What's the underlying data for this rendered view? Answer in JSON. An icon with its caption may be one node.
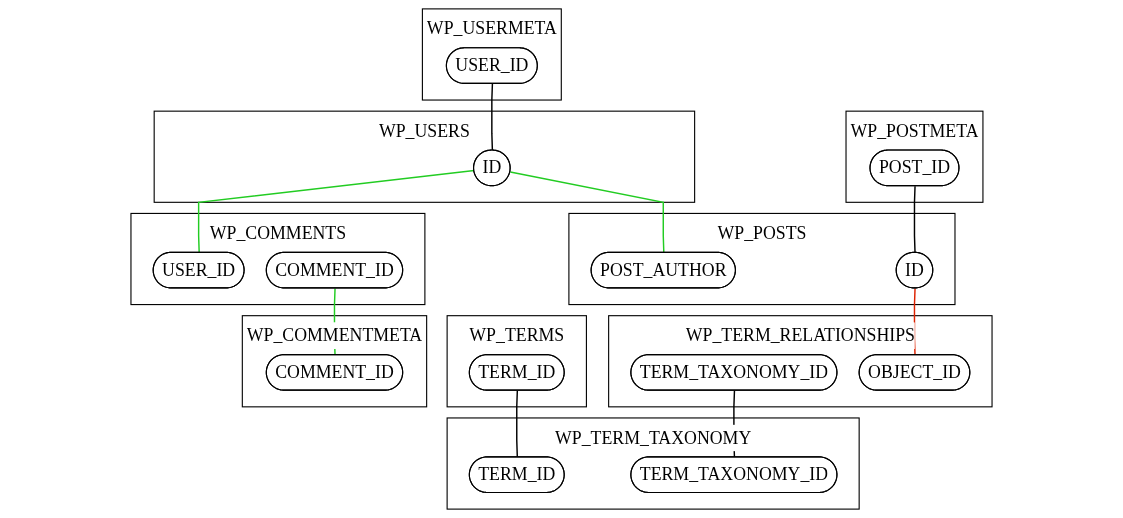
{
  "diagram": {
    "nodes": [
      {
        "text": [
          "WP_USERMETA"
        ]
      },
      {
        "text": [
          "USER_ID"
        ],
        "in": 0
      },
      {
        "text": [
          "WP_POSTMETA"
        ]
      },
      {
        "text": [
          "POST_ID"
        ],
        "in": 2
      },
      {
        "text": [
          "WP_USERS"
        ]
      },
      {
        "text": [
          "ID"
        ],
        "in": 4
      },
      {
        "text": [
          "WP_POSTS"
        ]
      },
      {
        "text": [
          "ID"
        ],
        "in": 6
      },
      {
        "text": [
          "POST_AUTHOR"
        ],
        "in": 6
      },
      {
        "text": [
          "WP_COMMENTS"
        ]
      },
      {
        "text": [
          "USER_ID"
        ],
        "in": 9
      },
      {
        "text": [
          "COMMENT_ID"
        ],
        "in": 9
      },
      {
        "text": [
          "WP_TERMS"
        ]
      },
      {
        "text": [
          "TERM_ID"
        ],
        "in": 12
      },
      {
        "text": [
          "WP_TERM_RELATIONSHIPS"
        ]
      },
      {
        "text": [
          "TERM_TAXONOMY_ID"
        ],
        "in": 14
      },
      {
        "text": [
          "OBJECT_ID"
        ],
        "in": 14
      },
      {
        "text": [
          "WP_COMMENTMETA"
        ]
      },
      {
        "text": [
          "COMMENT_ID"
        ],
        "in": 17
      },
      {
        "text": [
          "WP_TERM_TAXONOMY"
        ]
      },
      {
        "text": [
          "TERM_ID"
        ],
        "in": 19
      },
      {
        "text": [
          "TERM_TAXONOMY_ID"
        ],
        "in": 19
      }
    ],
    "edges": [
      {
        "from": 1,
        "to": 5,
        "arrow": "none"
      },
      {
        "from": 3,
        "to": 7,
        "arrow": "none"
      },
      {
        "from": 5,
        "to": 8,
        "arrow": "none",
        "color": "#22cc22"
      },
      {
        "from": 5,
        "to": 10,
        "arrow": "none",
        "color": "#22cc22"
      },
      {
        "from": 7,
        "to": 16,
        "arrow": "none",
        "color": "#dd2200"
      },
      {
        "from": 11,
        "to": 18,
        "arrow": "none",
        "color": "#22cc22"
      },
      {
        "from": 13,
        "to": 20,
        "arrow": "none"
      },
      {
        "from": 15,
        "to": 21,
        "arrow": "none"
      }
    ]
  }
}
